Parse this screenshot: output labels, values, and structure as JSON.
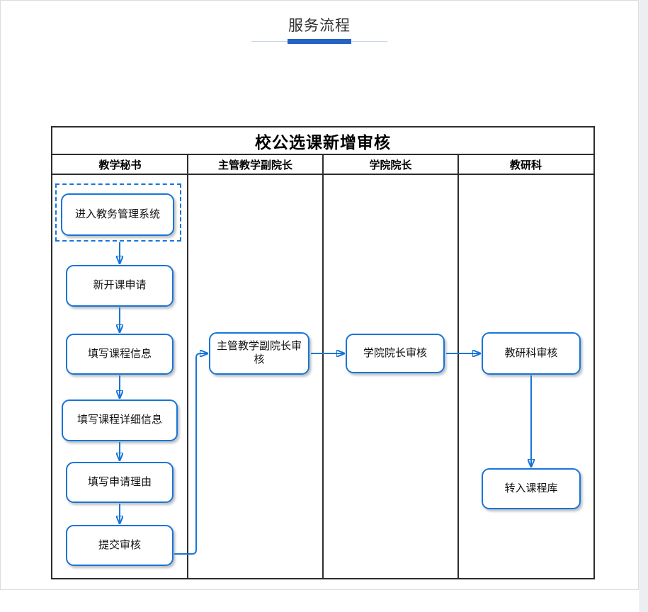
{
  "page": {
    "title": "服务流程"
  },
  "diagram": {
    "title": "校公选课新增审核",
    "lanes": [
      {
        "label": "教学秘书"
      },
      {
        "label": "主管教学副院长"
      },
      {
        "label": "学院院长"
      },
      {
        "label": "教研科"
      }
    ],
    "nodes": [
      {
        "id": "enter-system",
        "label": "进入教务管理系统",
        "lane": "教学秘书",
        "start": true
      },
      {
        "id": "new-course-apply",
        "label": "新开课申请",
        "lane": "教学秘书"
      },
      {
        "id": "fill-course-info",
        "label": "填写课程信息",
        "lane": "教学秘书"
      },
      {
        "id": "fill-course-detail",
        "label": "填写课程详细信息",
        "lane": "教学秘书"
      },
      {
        "id": "fill-apply-reason",
        "label": "填写申请理由",
        "lane": "教学秘书"
      },
      {
        "id": "submit-review",
        "label": "提交审核",
        "lane": "教学秘书"
      },
      {
        "id": "vice-dean-review",
        "label": "主管教学副院长审核",
        "lane": "主管教学副院长"
      },
      {
        "id": "dean-review",
        "label": "学院院长审核",
        "lane": "学院院长"
      },
      {
        "id": "research-review",
        "label": "教研科审核",
        "lane": "教研科"
      },
      {
        "id": "to-course-library",
        "label": "转入课程库",
        "lane": "教研科"
      }
    ],
    "edges": [
      {
        "from": "enter-system",
        "to": "new-course-apply"
      },
      {
        "from": "new-course-apply",
        "to": "fill-course-info"
      },
      {
        "from": "fill-course-info",
        "to": "fill-course-detail"
      },
      {
        "from": "fill-course-detail",
        "to": "fill-apply-reason"
      },
      {
        "from": "fill-apply-reason",
        "to": "submit-review"
      },
      {
        "from": "submit-review",
        "to": "vice-dean-review"
      },
      {
        "from": "vice-dean-review",
        "to": "dean-review"
      },
      {
        "from": "dean-review",
        "to": "research-review"
      },
      {
        "from": "research-review",
        "to": "to-course-library"
      }
    ]
  },
  "colors": {
    "accent_blue": "#1875d8",
    "underline_bar_blue": "#2462c4",
    "underline_thin_line": "#c9d5e8",
    "table_border": "#2d2d2d",
    "page_border": "#dcdcdc",
    "scroll_strip": "#eceef2"
  }
}
